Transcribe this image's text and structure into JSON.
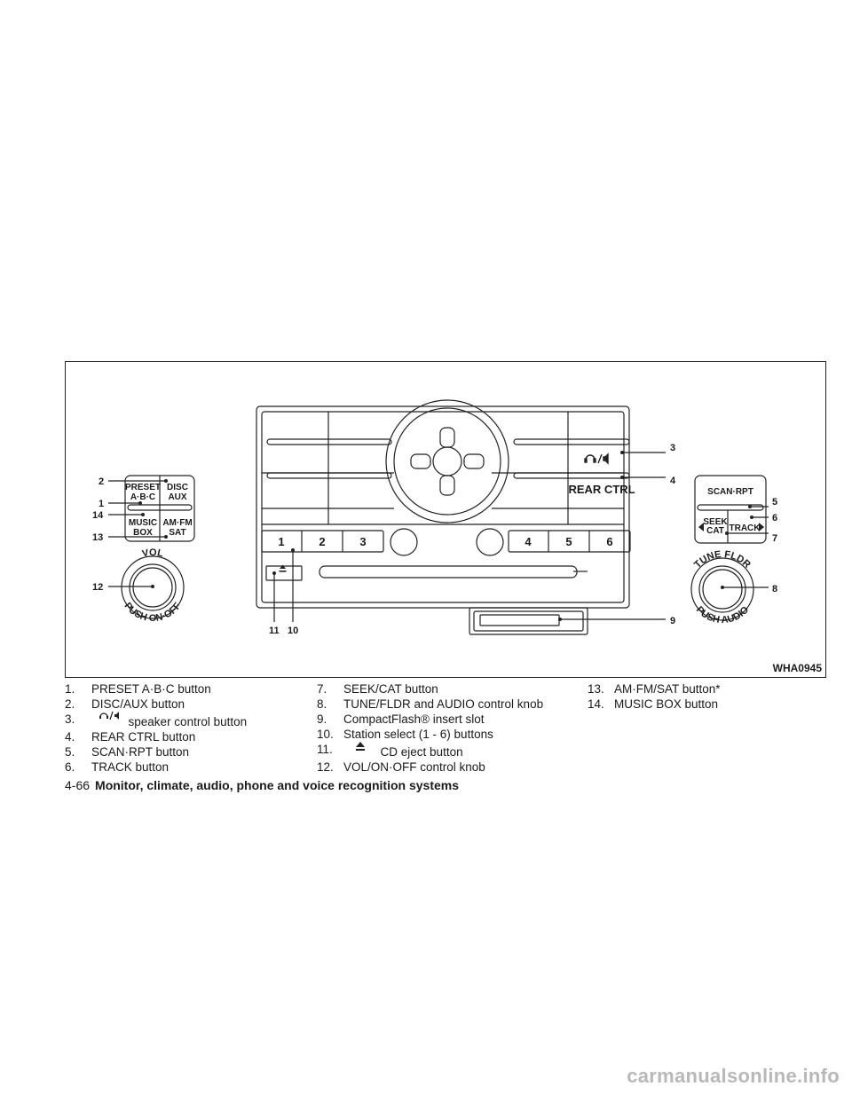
{
  "figure": {
    "code": "WHA0945",
    "callouts": [
      "1",
      "2",
      "3",
      "4",
      "5",
      "6",
      "7",
      "8",
      "9",
      "10",
      "11",
      "12",
      "13",
      "14"
    ],
    "left_buttons": {
      "preset": [
        "PRESET",
        "A·B·C"
      ],
      "disc": [
        "DISC",
        "AUX"
      ],
      "music": [
        "MUSIC",
        "BOX"
      ],
      "amfm": [
        "AM·FM",
        "SAT"
      ]
    },
    "vol_knob": {
      "top": "VOL",
      "bottom": "PUSH ON·OFF"
    },
    "center": {
      "rear_ctrl": "REAR CTRL",
      "station_buttons": [
        "1",
        "2",
        "3",
        "4",
        "5",
        "6"
      ]
    },
    "right_buttons": {
      "scan_rpt": "SCAN·RPT",
      "seek": [
        "SEEK",
        "CAT"
      ],
      "track": "TRACK"
    },
    "tune_knob": {
      "top": "TUNE FLDR",
      "bottom": "PUSH AUDIO"
    },
    "icons": [
      "headphone-speaker-icon",
      "eject-icon",
      "left-arrow-icon",
      "right-arrow-icon"
    ]
  },
  "legend": {
    "col1": [
      {
        "num": "1.",
        "text": "PRESET A·B·C button"
      },
      {
        "num": "2.",
        "text": "DISC/AUX button"
      },
      {
        "num": "3.",
        "text": "speaker control button",
        "icon": "headphone-speaker-icon"
      },
      {
        "num": "4.",
        "text": "REAR CTRL button"
      },
      {
        "num": "5.",
        "text": "SCAN·RPT button"
      },
      {
        "num": "6.",
        "text": "TRACK button"
      }
    ],
    "col2": [
      {
        "num": "7.",
        "text": "SEEK/CAT button"
      },
      {
        "num": "8.",
        "text": "TUNE/FLDR and AUDIO control knob"
      },
      {
        "num": "9.",
        "text": "CompactFlash® insert slot"
      },
      {
        "num": "10.",
        "text": "Station select (1 - 6) buttons"
      },
      {
        "num": "11.",
        "text": "CD eject button",
        "icon": "eject-icon"
      },
      {
        "num": "12.",
        "text": "VOL/ON·OFF control knob"
      }
    ],
    "col3": [
      {
        "num": "13.",
        "text": "AM·FM/SAT button*"
      },
      {
        "num": "14.",
        "text": "MUSIC BOX button"
      }
    ]
  },
  "footer": {
    "page": "4-66",
    "title": "Monitor, climate, audio, phone and voice recognition systems"
  },
  "watermark": "carmanualsonline.info"
}
